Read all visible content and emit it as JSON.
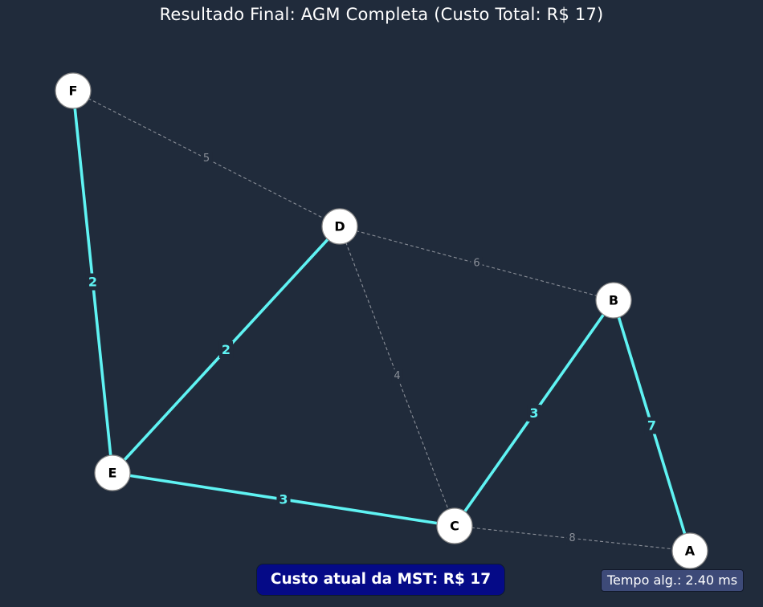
{
  "title": "Resultado Final: AGM Completa (Custo Total: R$ 17)",
  "cost_label": "Custo atual da MST: R$ 17",
  "time_label": "Tempo alg.: 2.40 ms",
  "colors": {
    "background": "#202b3b",
    "mst_edge": "#5ff3f3",
    "other_edge": "#8a8f98",
    "node_fill": "#ffffff",
    "node_stroke": "#888888",
    "cost_box": "#050a87",
    "time_box": "#3d4a78"
  },
  "nodes": [
    {
      "id": "A",
      "label": "A"
    },
    {
      "id": "B",
      "label": "B"
    },
    {
      "id": "C",
      "label": "C"
    },
    {
      "id": "D",
      "label": "D"
    },
    {
      "id": "E",
      "label": "E"
    },
    {
      "id": "F",
      "label": "F"
    }
  ],
  "edges": [
    {
      "from": "F",
      "to": "D",
      "weight": "5",
      "in_mst": false
    },
    {
      "from": "D",
      "to": "B",
      "weight": "6",
      "in_mst": false
    },
    {
      "from": "D",
      "to": "C",
      "weight": "4",
      "in_mst": false
    },
    {
      "from": "C",
      "to": "A",
      "weight": "8",
      "in_mst": false
    },
    {
      "from": "F",
      "to": "E",
      "weight": "2",
      "in_mst": true
    },
    {
      "from": "E",
      "to": "D",
      "weight": "2",
      "in_mst": true
    },
    {
      "from": "E",
      "to": "C",
      "weight": "3",
      "in_mst": true
    },
    {
      "from": "C",
      "to": "B",
      "weight": "3",
      "in_mst": true
    },
    {
      "from": "B",
      "to": "A",
      "weight": "7",
      "in_mst": true
    }
  ]
}
